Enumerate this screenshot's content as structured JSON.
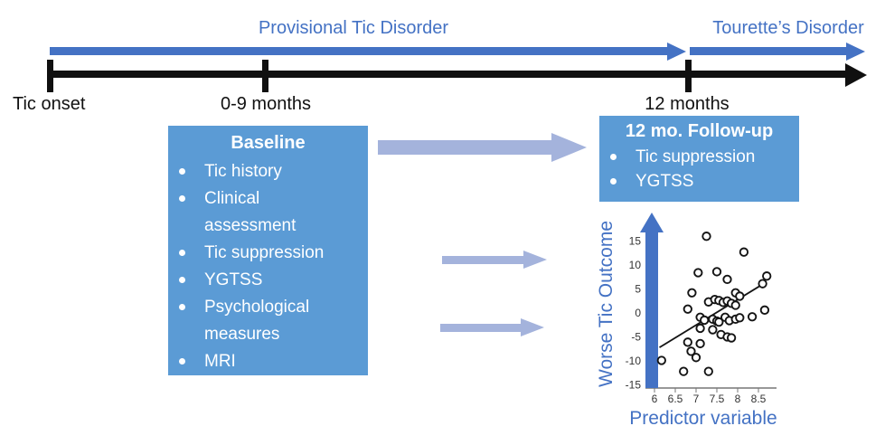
{
  "timeline": {
    "provisional_label": "Provisional Tic Disorder",
    "tourettes_label": "Tourette’s Disorder",
    "tick_labels": [
      "Tic onset",
      "0-9 months",
      "12 months"
    ]
  },
  "baseline_box": {
    "title": "Baseline",
    "items": [
      "Tic history",
      "Clinical\nassessment",
      "Tic suppression",
      "YGTSS",
      "Psychological\nmeasures",
      "MRI"
    ]
  },
  "followup_box": {
    "title": "12 mo. Follow-up",
    "items": [
      "Tic suppression",
      "YGTSS"
    ]
  },
  "colors": {
    "accent_blue": "#4472C4",
    "box_blue": "#5B9BD5",
    "light_arrow_blue": "#A4B3DC",
    "timeline_black": "#101010",
    "tick_text_gray": "#333333"
  },
  "chart_data": {
    "type": "scatter",
    "title": "",
    "xlabel": "Predictor variable",
    "ylabel": "Worse Tic Outcome",
    "xlim": [
      5.9,
      8.9
    ],
    "ylim": [
      -15,
      17
    ],
    "x_ticks": [
      6,
      6.5,
      7,
      7.5,
      8,
      8.5
    ],
    "y_ticks": [
      15,
      10,
      5,
      0,
      -5,
      -10,
      -15
    ],
    "grid": false,
    "marker": "open-circle",
    "points": [
      [
        7.25,
        16.0
      ],
      [
        8.15,
        12.7
      ],
      [
        7.05,
        8.4
      ],
      [
        7.5,
        8.6
      ],
      [
        7.75,
        7.0
      ],
      [
        8.7,
        7.7
      ],
      [
        8.6,
        6.1
      ],
      [
        6.9,
        4.2
      ],
      [
        7.95,
        4.2
      ],
      [
        8.05,
        3.5
      ],
      [
        7.3,
        2.3
      ],
      [
        7.45,
        2.8
      ],
      [
        7.55,
        2.6
      ],
      [
        7.65,
        2.2
      ],
      [
        7.75,
        2.5
      ],
      [
        7.85,
        2.0
      ],
      [
        7.95,
        1.6
      ],
      [
        6.8,
        0.8
      ],
      [
        8.65,
        0.6
      ],
      [
        7.1,
        -0.9
      ],
      [
        7.2,
        -1.5
      ],
      [
        7.4,
        -1.3
      ],
      [
        7.5,
        -1.7
      ],
      [
        7.55,
        -1.9
      ],
      [
        7.7,
        -0.9
      ],
      [
        7.8,
        -1.6
      ],
      [
        7.95,
        -1.3
      ],
      [
        8.05,
        -1.0
      ],
      [
        8.35,
        -0.8
      ],
      [
        7.1,
        -3.2
      ],
      [
        7.4,
        -3.5
      ],
      [
        7.6,
        -4.5
      ],
      [
        7.75,
        -5.0
      ],
      [
        7.85,
        -5.2
      ],
      [
        6.8,
        -6.1
      ],
      [
        7.1,
        -6.4
      ],
      [
        6.88,
        -8.0
      ],
      [
        7.0,
        -9.3
      ],
      [
        6.17,
        -9.9
      ],
      [
        6.7,
        -12.2
      ],
      [
        7.3,
        -12.2
      ]
    ],
    "trend_line": {
      "x1": 6.12,
      "y1": -7.2,
      "x2": 8.68,
      "y2": 6.4
    }
  }
}
